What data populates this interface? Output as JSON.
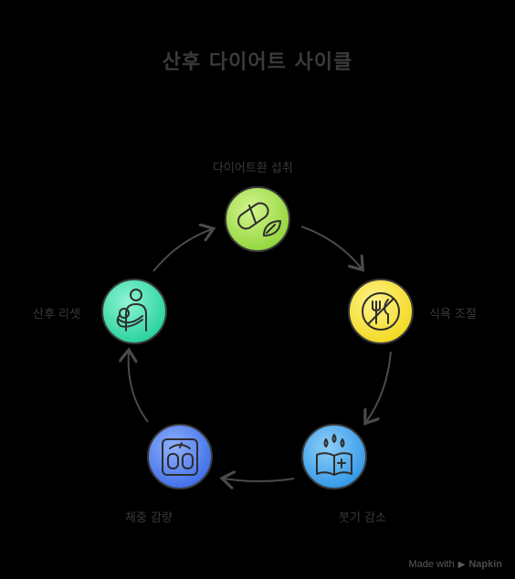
{
  "title": "산후 다이어트 사이클",
  "nodes": [
    {
      "label": "다이어트환 섭취",
      "icon": "pill-leaf-icon",
      "color": "#a3e34c"
    },
    {
      "label": "식욕 조절",
      "icon": "no-eating-icon",
      "color": "#f7e53a"
    },
    {
      "label": "붓기 감소",
      "icon": "book-water-icon",
      "color": "#4aa7ef"
    },
    {
      "label": "체중 감량",
      "icon": "scale-icon",
      "color": "#4f7ef0"
    },
    {
      "label": "산후 리셋",
      "icon": "mother-baby-icon",
      "color": "#3fe0b0"
    }
  ],
  "footer": {
    "made_with": "Made with",
    "brand": "Napkin"
  }
}
